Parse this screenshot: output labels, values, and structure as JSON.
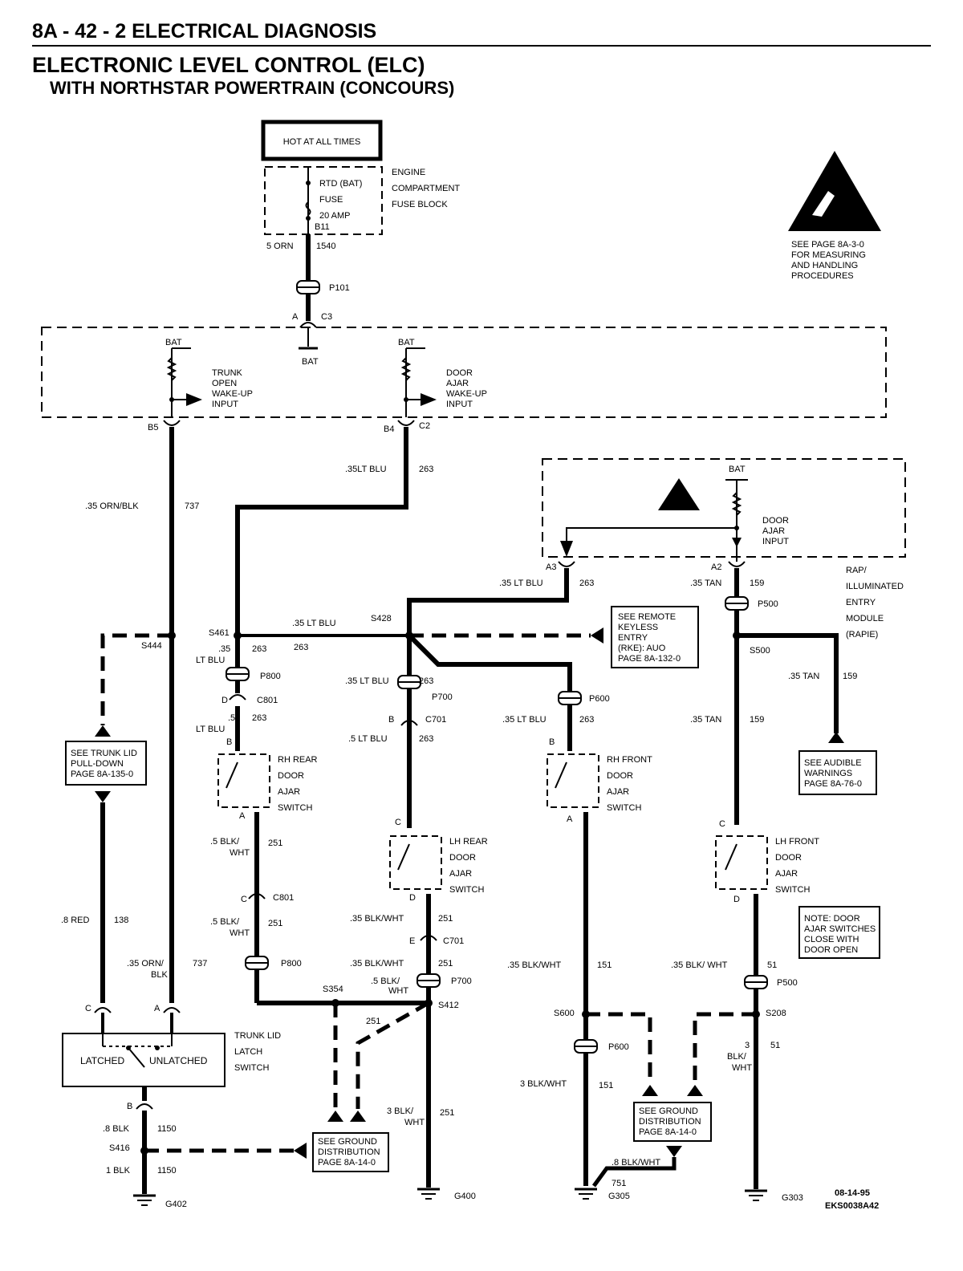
{
  "header": {
    "section": "8A - 42 - 2   ELECTRICAL DIAGNOSIS",
    "title": "ELECTRONIC LEVEL CONTROL (ELC)",
    "subtitle": "WITH NORTHSTAR POWERTRAIN (CONCOURS)"
  },
  "top": {
    "hot_label": "HOT AT ALL TIMES",
    "fuse_lines": [
      "RTD (BAT)",
      "FUSE",
      "20 AMP"
    ],
    "fuse_block_lines": [
      "ENGINE",
      "COMPARTMENT",
      "FUSE BLOCK"
    ],
    "fuse_pin": "B11",
    "wire_color": "5 ORN",
    "circuit": "1540",
    "p101": "P101",
    "pin_a": "A",
    "c3": "C3",
    "bat_ground": "BAT"
  },
  "esd": {
    "note_lines": [
      "SEE PAGE 8A-3-0",
      "FOR MEASURING",
      "AND HANDLING",
      "PROCEDURES"
    ]
  },
  "elc_module": {
    "bat_left": "BAT",
    "bat_right": "BAT",
    "trunk_input": [
      "TRUNK",
      "OPEN",
      "WAKE-UP",
      "INPUT"
    ],
    "door_input": [
      "DOOR",
      "AJAR",
      "WAKE-UP",
      "INPUT"
    ],
    "pin_b5": "B5",
    "pin_b4": "B4",
    "c2": "C2"
  },
  "rapie": {
    "bat": "BAT",
    "input": [
      "DOOR",
      "AJAR",
      "INPUT"
    ],
    "pin_a3": "A3",
    "pin_a2": "A2",
    "name_lines": [
      "RAP/",
      "ILLUMINATED",
      "ENTRY",
      "MODULE",
      "(RAPIE)"
    ]
  },
  "wires": {
    "w263_top": ".35LT BLU",
    "c263": "263",
    "w737": ".35 ORN/BLK",
    "c737": "737",
    "w_a3": ".35 LT BLU",
    "c_a3": "263",
    "w_a2": ".35 TAN",
    "c_a2": "159",
    "p500_top": "P500",
    "s461": "S461",
    "s444": "S444",
    "s428": "S428",
    "w_s461_s428": ".35 LT BLU",
    "w_s461_l1": ".35",
    "w_s461_l2": "LT BLU",
    "c_s461_a": "263",
    "c_s461_b": "263",
    "p800_a": "P800",
    "c801_a": "C801",
    "pin_d_rr": "D",
    "w_rr_l1": ".5",
    "w_rr_l2": "LT BLU",
    "c_rr": "263",
    "pin_b_rr": "B",
    "w_lr_top": ".35 LT BLU",
    "c_lr_top": "263",
    "p700_a": "P700",
    "pin_b_lr": "B",
    "c701_a": "C701",
    "w_lr_mid": ".5 LT BLU",
    "c_lr_mid": "263",
    "w_rf_top": ".35 LT BLU",
    "c_rf_top": "263",
    "p600_a": "P600",
    "pin_b_rf": "B",
    "s500": "S500",
    "w_lf_top": ".35 TAN",
    "c_lf_top": "159",
    "w_aud": ".35 TAN",
    "c_aud": "159"
  },
  "rke_note": [
    "SEE REMOTE",
    "KEYLESS",
    "ENTRY",
    "(RKE): AUO",
    "PAGE 8A-132-0"
  ],
  "trunk_pulldown_note": [
    "SEE TRUNK LID",
    "PULL-DOWN",
    "PAGE 8A-135-0"
  ],
  "audible_note": [
    "SEE AUDIBLE",
    "WARNINGS",
    "PAGE 8A-76-0"
  ],
  "door_note": [
    "NOTE: DOOR",
    "AJAR SWITCHES",
    "CLOSE WITH",
    "DOOR OPEN"
  ],
  "switches": {
    "rh_rear": [
      "RH REAR",
      "DOOR",
      "AJAR",
      "SWITCH"
    ],
    "lh_rear": [
      "LH REAR",
      "DOOR",
      "AJAR",
      "SWITCH"
    ],
    "rh_front": [
      "RH FRONT",
      "DOOR",
      "AJAR",
      "SWITCH"
    ],
    "lh_front": [
      "LH FRONT",
      "DOOR",
      "AJAR",
      "SWITCH"
    ],
    "trunk_lid": [
      "TRUNK LID",
      "LATCH",
      "SWITCH"
    ],
    "latched": "LATCHED",
    "unlatched": "UNLATCHED"
  },
  "lower": {
    "pin_a_rr": "A",
    "w_rr_blk_l1": ".5 BLK/",
    "w_rr_blk_l2": "WHT",
    "c_rr_blk": "251",
    "pin_c_rr": "C",
    "c801_b": "C801",
    "w_rr_blk2_l1": ".5 BLK/",
    "w_rr_blk2_l2": "WHT",
    "c_rr_blk2": "251",
    "p800_b": "P800",
    "s354": "S354",
    "c_s354": "251",
    "pin_c_lr": "C",
    "pin_d_lr": "D",
    "w_lr_blk": ".35 BLK/WHT",
    "c_lr_blk": "251",
    "pin_e": "E",
    "c701_b": "C701",
    "w_lr_blk2": ".35 BLK/WHT",
    "c_lr_blk2": "251",
    "w_lr_blk3_l1": ".5 BLK/",
    "w_lr_blk3_l2": "WHT",
    "p700_b": "P700",
    "s412": "S412",
    "w_g400_l1": "3 BLK/",
    "w_g400_l2": "WHT",
    "c_g400": "251",
    "g400": "G400",
    "pin_a_rf": "A",
    "w_rf_blk": ".35 BLK/WHT",
    "c_rf_blk": "151",
    "s600": "S600",
    "p600_b": "P600",
    "w_rf_blk2": "3 BLK/WHT",
    "c_rf_blk2": "151",
    "gnd_note": [
      "SEE GROUND",
      "DISTRIBUTION",
      "PAGE 8A-14-0"
    ],
    "w_g305": ".8 BLK/WHT",
    "c_g305": "751",
    "g305": "G305",
    "pin_c_lf": "C",
    "pin_d_lf": "D",
    "w_lf_blk": ".35 BLK/ WHT",
    "c_lf_blk": "51",
    "p500_b": "P500",
    "s208": "S208",
    "w_g303_l1": "3",
    "w_g303_l2": "BLK/",
    "w_g303_l3": "WHT",
    "c_g303": "51",
    "g303": "G303",
    "w_red": ".8 RED",
    "c_red": "138",
    "w_737b_l1": ".35 ORN/",
    "w_737b_l2": "BLK",
    "c_737b": "737",
    "pin_c_t": "C",
    "pin_a_t": "A",
    "pin_b_t": "B",
    "w_1150a": ".8 BLK",
    "c_1150a": "1150",
    "s416": "S416",
    "w_1150b": "1 BLK",
    "c_1150b": "1150",
    "g402": "G402",
    "gnd_note_left": [
      "SEE GROUND",
      "DISTRIBUTION",
      "PAGE 8A-14-0"
    ]
  },
  "footer": {
    "date": "08-14-95",
    "code": "EKS0038A42"
  }
}
